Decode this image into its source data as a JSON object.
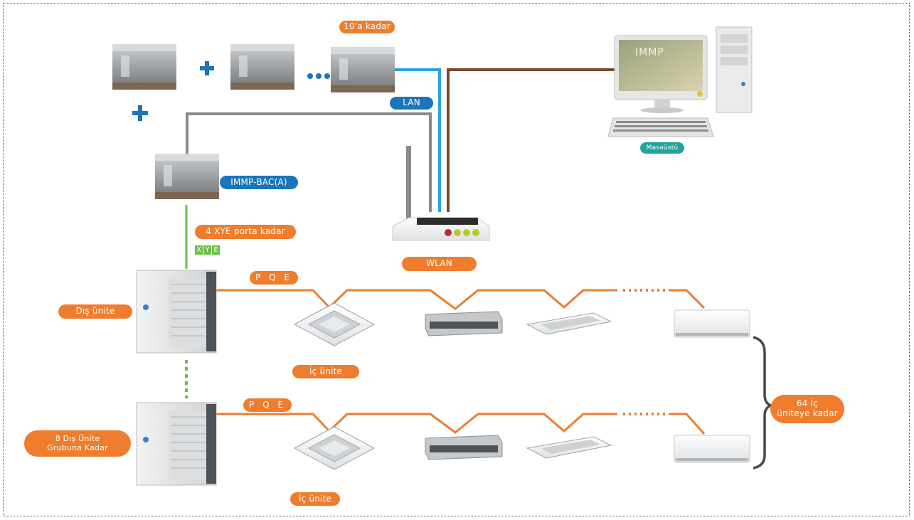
{
  "labels": {
    "up_to_10": "10'a kadar",
    "lan": "LAN",
    "desktop": "Masaüstü",
    "gateway": "IMMP-BAC(A)",
    "xye_port": "4 XYE porta kadar",
    "xye_letters": [
      "X",
      "Y",
      "E"
    ],
    "wlan": "WLAN",
    "pqe_1": "P Q E",
    "pqe_2": "P Q E",
    "outdoor_unit": "Dış ünite",
    "indoor_unit_1": "İç ünite",
    "indoor_unit_2": "İç ünite",
    "outdoor_group_line1": "8 Dış Ünite",
    "outdoor_group_line2": "Grubuna Kadar",
    "indoor_max_line1": "64 İç",
    "indoor_max_line2": "üniteye kadar",
    "screen_text": "IMMP"
  },
  "colors": {
    "orange": "#ee7d2e",
    "blue": "#1a75bb",
    "teal": "#20a59a",
    "green": "#6cbf4a",
    "lan_cable": "#29a3e0",
    "pc_cable": "#7a4a2a",
    "grey_cable": "#8a8a8a"
  }
}
